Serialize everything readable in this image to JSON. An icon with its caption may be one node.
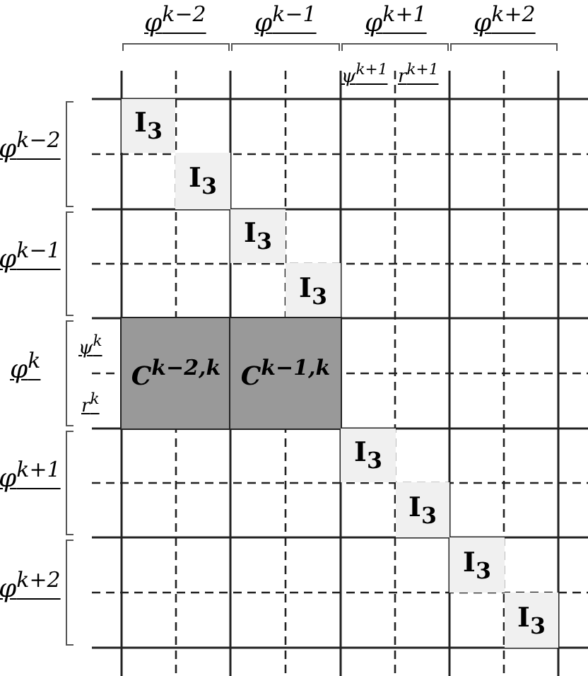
{
  "diagram": {
    "nodes": [
      {
        "text": [
          "I$_{3}$"
        ]
      },
      {
        "text": [
          "I$_{3}$"
        ]
      },
      {
        "text": [
          "I$_{3}$"
        ]
      },
      {
        "text": [
          "I$_{3}$"
        ]
      },
      {
        "text": [
          "C$^{k−2,k}$"
        ]
      },
      {
        "text": [
          "C$^{k−1,k}$"
        ]
      },
      {
        "text": [
          "I$_{3}$"
        ]
      },
      {
        "text": [
          "I$_{3}$"
        ]
      },
      {
        "text": [
          "I$_{3}$"
        ]
      },
      {
        "text": [
          "I$_{3}$"
        ]
      }
    ],
    "edges": [],
    "labels": [
      "φ$^{k−2}$",
      "φ$^{k−1}$",
      "φ$^{k+1}$",
      "φ$^{k+2}$",
      "ψ$^{k+1}$",
      "r$^{k+1}$",
      "φ$^{k−2}$",
      "φ$^{k−1}$",
      "φ$^{k}$",
      "ψ$^{k}$",
      "r$^{k}$",
      "φ$^{k+1}$",
      "φ$^{k+2}$"
    ]
  }
}
